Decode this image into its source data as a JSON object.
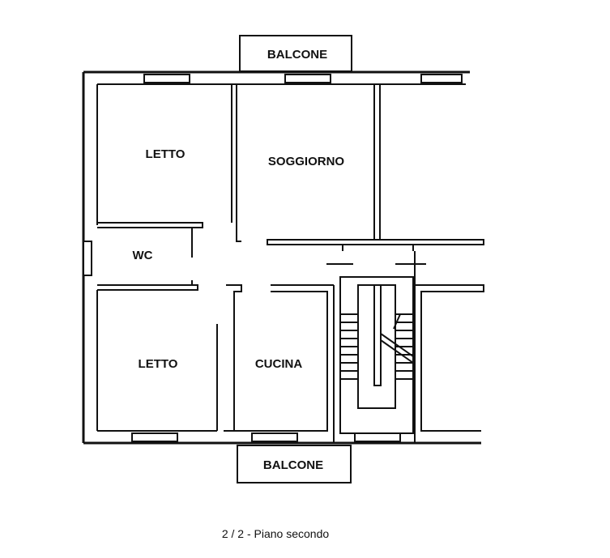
{
  "rooms": {
    "balcony_top": "BALCONE",
    "bedroom_top": "LETTO",
    "living_room": "SOGGIORNO",
    "wc": "WC",
    "bedroom_bottom": "LETTO",
    "kitchen": "CUCINA",
    "balcony_bottom": "BALCONE"
  },
  "caption": "2 / 2 - Piano secondo"
}
